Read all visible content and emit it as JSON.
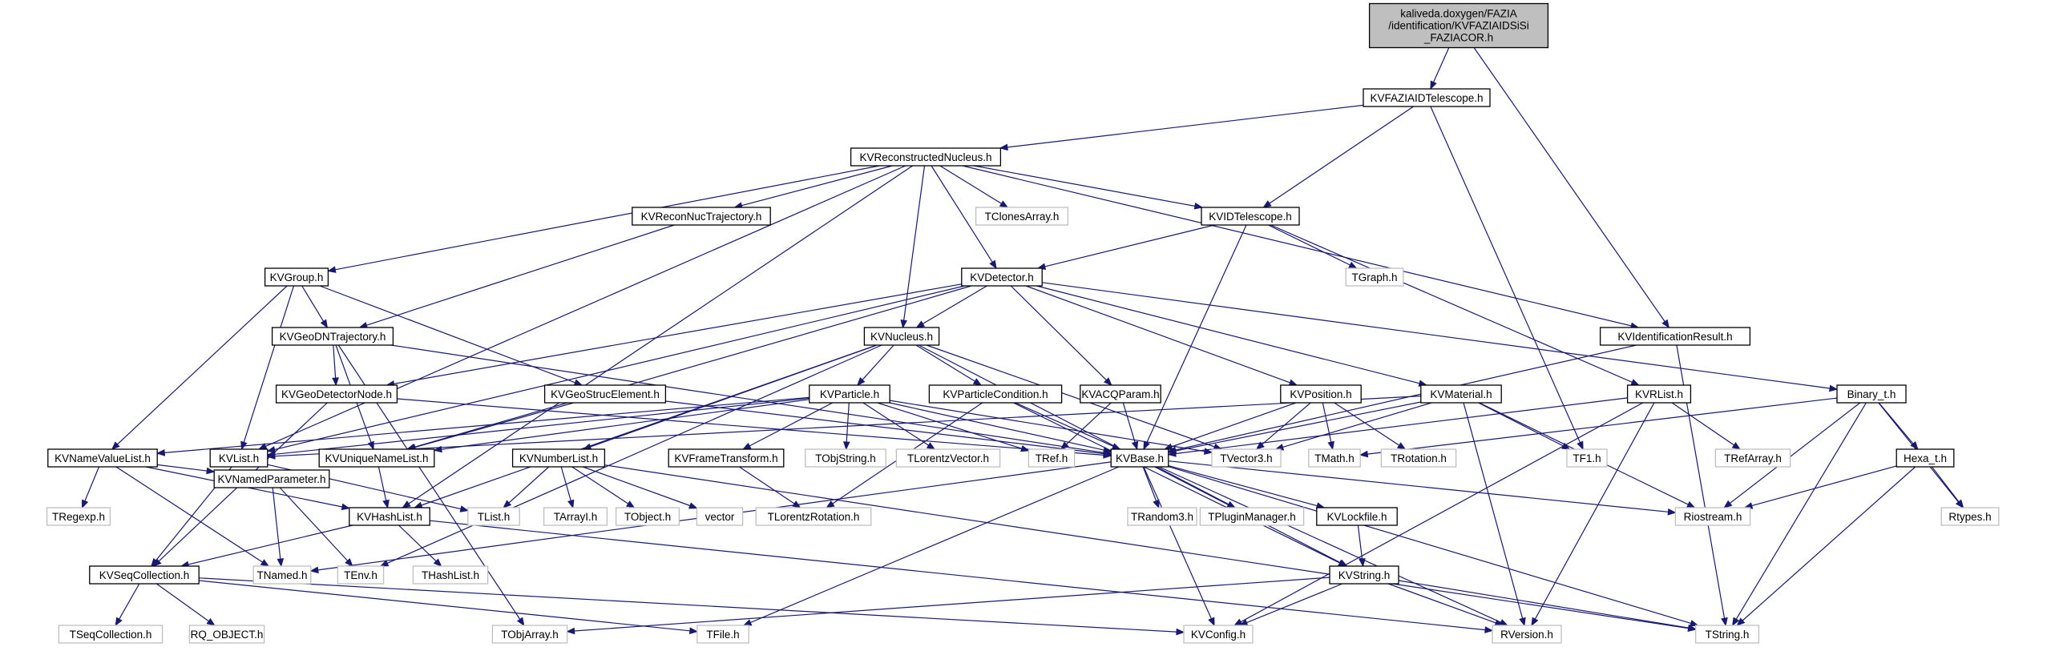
{
  "graph": {
    "root": "KVFAZIAIDSiSi_FAZIACOR.h",
    "root_lines": [
      "kaliveda.doxygen/FAZIA",
      "/identification/KVFAZIAIDSiSi",
      "_FAZIACOR.h"
    ],
    "colors": {
      "edge": "#191970",
      "documented_border": "#000000",
      "external_border": "#bfbfbf",
      "root_fill": "#bfbfbf"
    },
    "nodes": [
      {
        "id": "root",
        "label": "kaliveda.doxygen/FAZIA /identification/KVFAZIAIDSiSi _FAZIACOR.h",
        "kind": "root"
      },
      {
        "id": "KVFAZIAIDTelescope",
        "label": "KVFAZIAIDTelescope.h",
        "kind": "doc"
      },
      {
        "id": "KVReconstructedNucleus",
        "label": "KVReconstructedNucleus.h",
        "kind": "doc"
      },
      {
        "id": "KVIDTelescope",
        "label": "KVIDTelescope.h",
        "kind": "doc"
      },
      {
        "id": "KVIdentificationResult",
        "label": "KVIdentificationResult.h",
        "kind": "doc"
      },
      {
        "id": "KVReconNucTrajectory",
        "label": "KVReconNucTrajectory.h",
        "kind": "doc"
      },
      {
        "id": "TClonesArray",
        "label": "TClonesArray.h",
        "kind": "ext"
      },
      {
        "id": "KVGroup",
        "label": "KVGroup.h",
        "kind": "doc"
      },
      {
        "id": "KVDetector",
        "label": "KVDetector.h",
        "kind": "doc"
      },
      {
        "id": "TGraph",
        "label": "TGraph.h",
        "kind": "ext"
      },
      {
        "id": "KVGeoDNTrajectory",
        "label": "KVGeoDNTrajectory.h",
        "kind": "doc"
      },
      {
        "id": "KVNucleus",
        "label": "KVNucleus.h",
        "kind": "doc"
      },
      {
        "id": "KVRList",
        "label": "KVRList.h",
        "kind": "doc"
      },
      {
        "id": "Binary_t",
        "label": "Binary_t.h",
        "kind": "doc"
      },
      {
        "id": "KVGeoDetectorNode",
        "label": "KVGeoDetectorNode.h",
        "kind": "doc"
      },
      {
        "id": "KVGeoStrucElement",
        "label": "KVGeoStrucElement.h",
        "kind": "doc"
      },
      {
        "id": "KVParticle",
        "label": "KVParticle.h",
        "kind": "doc"
      },
      {
        "id": "KVParticleCondition",
        "label": "KVParticleCondition.h",
        "kind": "doc"
      },
      {
        "id": "KVACQParam",
        "label": "KVACQParam.h",
        "kind": "doc"
      },
      {
        "id": "KVPosition",
        "label": "KVPosition.h",
        "kind": "doc"
      },
      {
        "id": "KVMaterial",
        "label": "KVMaterial.h",
        "kind": "doc"
      },
      {
        "id": "KVNameValueList",
        "label": "KVNameValueList.h",
        "kind": "doc"
      },
      {
        "id": "KVList",
        "label": "KVList.h",
        "kind": "doc"
      },
      {
        "id": "KVUniqueNameList",
        "label": "KVUniqueNameList.h",
        "kind": "doc"
      },
      {
        "id": "KVNumberList",
        "label": "KVNumberList.h",
        "kind": "doc"
      },
      {
        "id": "KVFrameTransform",
        "label": "KVFrameTransform.h",
        "kind": "doc"
      },
      {
        "id": "TObjString",
        "label": "TObjString.h",
        "kind": "ext"
      },
      {
        "id": "TLorentzVector",
        "label": "TLorentzVector.h",
        "kind": "ext"
      },
      {
        "id": "TRef",
        "label": "TRef.h",
        "kind": "ext"
      },
      {
        "id": "KVBase",
        "label": "KVBase.h",
        "kind": "doc"
      },
      {
        "id": "TVector3",
        "label": "TVector3.h",
        "kind": "ext"
      },
      {
        "id": "TMath",
        "label": "TMath.h",
        "kind": "ext"
      },
      {
        "id": "TRotation",
        "label": "TRotation.h",
        "kind": "ext"
      },
      {
        "id": "TF1",
        "label": "TF1.h",
        "kind": "ext"
      },
      {
        "id": "TRefArray",
        "label": "TRefArray.h",
        "kind": "ext"
      },
      {
        "id": "Hexa_t",
        "label": "Hexa_t.h",
        "kind": "doc"
      },
      {
        "id": "TRegexp",
        "label": "TRegexp.h",
        "kind": "ext"
      },
      {
        "id": "KVNamedParameter",
        "label": "KVNamedParameter.h",
        "kind": "doc"
      },
      {
        "id": "KVHashList",
        "label": "KVHashList.h",
        "kind": "doc"
      },
      {
        "id": "TList",
        "label": "TList.h",
        "kind": "ext"
      },
      {
        "id": "TArrayI",
        "label": "TArrayI.h",
        "kind": "ext"
      },
      {
        "id": "TObject",
        "label": "TObject.h",
        "kind": "ext"
      },
      {
        "id": "vector",
        "label": "vector",
        "kind": "ext"
      },
      {
        "id": "TLorentzRotation",
        "label": "TLorentzRotation.h",
        "kind": "ext"
      },
      {
        "id": "TRandom3",
        "label": "TRandom3.h",
        "kind": "ext"
      },
      {
        "id": "TPluginManager",
        "label": "TPluginManager.h",
        "kind": "ext"
      },
      {
        "id": "KVLockfile",
        "label": "KVLockfile.h",
        "kind": "doc"
      },
      {
        "id": "Riostream",
        "label": "Riostream.h",
        "kind": "ext"
      },
      {
        "id": "Rtypes",
        "label": "Rtypes.h",
        "kind": "ext"
      },
      {
        "id": "TNamed",
        "label": "TNamed.h",
        "kind": "ext"
      },
      {
        "id": "TEnv",
        "label": "TEnv.h",
        "kind": "ext"
      },
      {
        "id": "THashList",
        "label": "THashList.h",
        "kind": "ext"
      },
      {
        "id": "KVSeqCollection",
        "label": "KVSeqCollection.h",
        "kind": "doc"
      },
      {
        "id": "KVString",
        "label": "KVString.h",
        "kind": "doc"
      },
      {
        "id": "TSeqCollection",
        "label": "TSeqCollection.h",
        "kind": "ext"
      },
      {
        "id": "RQ_OBJECT",
        "label": "RQ_OBJECT.h",
        "kind": "ext"
      },
      {
        "id": "TObjArray",
        "label": "TObjArray.h",
        "kind": "ext"
      },
      {
        "id": "TFile",
        "label": "TFile.h",
        "kind": "ext"
      },
      {
        "id": "KVConfig",
        "label": "KVConfig.h",
        "kind": "ext"
      },
      {
        "id": "RVersion",
        "label": "RVersion.h",
        "kind": "ext"
      },
      {
        "id": "TString",
        "label": "TString.h",
        "kind": "ext"
      }
    ],
    "edges": [
      [
        "root",
        "KVFAZIAIDTelescope"
      ],
      [
        "root",
        "KVIdentificationResult"
      ],
      [
        "KVFAZIAIDTelescope",
        "KVReconstructedNucleus"
      ],
      [
        "KVFAZIAIDTelescope",
        "KVIDTelescope"
      ],
      [
        "KVFAZIAIDTelescope",
        "TF1"
      ],
      [
        "KVReconstructedNucleus",
        "KVReconNucTrajectory"
      ],
      [
        "KVReconstructedNucleus",
        "TClonesArray"
      ],
      [
        "KVReconstructedNucleus",
        "KVIDTelescope"
      ],
      [
        "KVReconstructedNucleus",
        "KVIdentificationResult"
      ],
      [
        "KVReconstructedNucleus",
        "KVGroup"
      ],
      [
        "KVReconstructedNucleus",
        "KVDetector"
      ],
      [
        "KVReconstructedNucleus",
        "KVNucleus"
      ],
      [
        "KVReconstructedNucleus",
        "KVList"
      ],
      [
        "KVReconstructedNucleus",
        "KVHashList"
      ],
      [
        "KVReconNucTrajectory",
        "KVGeoDNTrajectory"
      ],
      [
        "KVIDTelescope",
        "KVDetector"
      ],
      [
        "KVIDTelescope",
        "TGraph"
      ],
      [
        "KVIDTelescope",
        "KVRList"
      ],
      [
        "KVIDTelescope",
        "KVBase"
      ],
      [
        "KVIdentificationResult",
        "KVBase"
      ],
      [
        "KVIdentificationResult",
        "TString"
      ],
      [
        "KVGroup",
        "KVGeoDNTrajectory"
      ],
      [
        "KVGroup",
        "KVGeoStrucElement"
      ],
      [
        "KVGroup",
        "KVList"
      ],
      [
        "KVGroup",
        "KVNameValueList"
      ],
      [
        "KVDetector",
        "KVNucleus"
      ],
      [
        "KVDetector",
        "KVGeoDetectorNode"
      ],
      [
        "KVDetector",
        "KVACQParam"
      ],
      [
        "KVDetector",
        "KVPosition"
      ],
      [
        "KVDetector",
        "KVMaterial"
      ],
      [
        "KVDetector",
        "Binary_t"
      ],
      [
        "KVDetector",
        "KVList"
      ],
      [
        "KVDetector",
        "KVUniqueNameList"
      ],
      [
        "KVGeoDNTrajectory",
        "KVGeoDetectorNode"
      ],
      [
        "KVGeoDNTrajectory",
        "KVUniqueNameList"
      ],
      [
        "KVGeoDNTrajectory",
        "KVBase"
      ],
      [
        "KVGeoDNTrajectory",
        "TObjArray"
      ],
      [
        "KVGeoDetectorNode",
        "KVBase"
      ],
      [
        "KVGeoDetectorNode",
        "KVSeqCollection"
      ],
      [
        "KVGeoStrucElement",
        "KVBase"
      ],
      [
        "KVGeoStrucElement",
        "KVUniqueNameList"
      ],
      [
        "KVNucleus",
        "KVParticle"
      ],
      [
        "KVNucleus",
        "KVParticleCondition"
      ],
      [
        "KVNucleus",
        "KVNumberList"
      ],
      [
        "KVNucleus",
        "TVector3"
      ],
      [
        "KVNucleus",
        "KVString"
      ],
      [
        "KVNucleus",
        "TEnv"
      ],
      [
        "KVNucleus",
        "KVHashList"
      ],
      [
        "KVParticle",
        "KVFrameTransform"
      ],
      [
        "KVParticle",
        "TObjString"
      ],
      [
        "KVParticle",
        "TLorentzVector"
      ],
      [
        "KVParticle",
        "TRef"
      ],
      [
        "KVParticle",
        "KVBase"
      ],
      [
        "KVParticle",
        "TVector3"
      ],
      [
        "KVParticle",
        "KVList"
      ],
      [
        "KVParticle",
        "KVUniqueNameList"
      ],
      [
        "KVParticle",
        "KVNameValueList"
      ],
      [
        "KVParticleCondition",
        "KVBase"
      ],
      [
        "KVParticleCondition",
        "KVString"
      ],
      [
        "KVParticleCondition",
        "TLorentzRotation"
      ],
      [
        "KVACQParam",
        "TRef"
      ],
      [
        "KVACQParam",
        "KVBase"
      ],
      [
        "KVPosition",
        "KVBase"
      ],
      [
        "KVPosition",
        "TVector3"
      ],
      [
        "KVPosition",
        "TMath"
      ],
      [
        "KVPosition",
        "TRotation"
      ],
      [
        "KVMaterial",
        "KVBase"
      ],
      [
        "KVMaterial",
        "TVector3"
      ],
      [
        "KVMaterial",
        "TF1"
      ],
      [
        "KVMaterial",
        "Riostream"
      ],
      [
        "KVMaterial",
        "RVersion"
      ],
      [
        "KVMaterial",
        "KVList"
      ],
      [
        "KVRList",
        "KVBase"
      ],
      [
        "KVRList",
        "TRefArray"
      ],
      [
        "KVRList",
        "KVConfig"
      ],
      [
        "KVRList",
        "RVersion"
      ],
      [
        "Binary_t",
        "Hexa_t"
      ],
      [
        "Binary_t",
        "TMath"
      ],
      [
        "Binary_t",
        "Riostream"
      ],
      [
        "Binary_t",
        "Rtypes"
      ],
      [
        "Binary_t",
        "TString"
      ],
      [
        "Hexa_t",
        "Riostream"
      ],
      [
        "Hexa_t",
        "Rtypes"
      ],
      [
        "Hexa_t",
        "TString"
      ],
      [
        "KVNameValueList",
        "TRegexp"
      ],
      [
        "KVNameValueList",
        "KVNamedParameter"
      ],
      [
        "KVNameValueList",
        "KVHashList"
      ],
      [
        "KVNameValueList",
        "TNamed"
      ],
      [
        "KVList",
        "KVSeqCollection"
      ],
      [
        "KVList",
        "TList"
      ],
      [
        "KVUniqueNameList",
        "KVHashList"
      ],
      [
        "KVNumberList",
        "TList"
      ],
      [
        "KVNumberList",
        "TArrayI"
      ],
      [
        "KVNumberList",
        "TObject"
      ],
      [
        "KVNumberList",
        "vector"
      ],
      [
        "KVNumberList",
        "TString"
      ],
      [
        "KVFrameTransform",
        "TLorentzRotation"
      ],
      [
        "KVBase",
        "TRandom3"
      ],
      [
        "KVBase",
        "TPluginManager"
      ],
      [
        "KVBase",
        "KVLockfile"
      ],
      [
        "KVBase",
        "Riostream"
      ],
      [
        "KVBase",
        "TNamed"
      ],
      [
        "KVBase",
        "TFile"
      ],
      [
        "KVBase",
        "KVConfig"
      ],
      [
        "KVBase",
        "RVersion"
      ],
      [
        "KVBase",
        "TString"
      ],
      [
        "KVLockfile",
        "KVString"
      ],
      [
        "KVNamedParameter",
        "TNamed"
      ],
      [
        "KVNamedParameter",
        "TEnv"
      ],
      [
        "KVHashList",
        "KVSeqCollection"
      ],
      [
        "KVHashList",
        "THashList"
      ],
      [
        "KVHashList",
        "RVersion"
      ],
      [
        "KVSeqCollection",
        "TSeqCollection"
      ],
      [
        "KVSeqCollection",
        "RQ_OBJECT"
      ],
      [
        "KVSeqCollection",
        "TFile"
      ],
      [
        "KVSeqCollection",
        "KVConfig"
      ],
      [
        "KVString",
        "TObjArray"
      ],
      [
        "KVString",
        "KVConfig"
      ],
      [
        "KVString",
        "RVersion"
      ],
      [
        "KVString",
        "TString"
      ]
    ]
  }
}
